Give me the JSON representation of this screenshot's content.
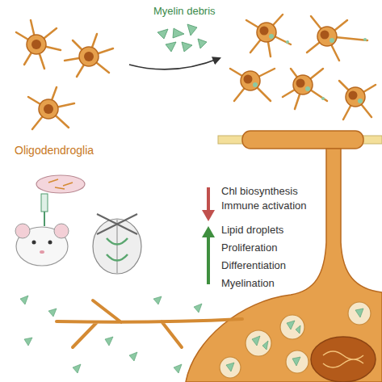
{
  "diagram": {
    "labels": [
      "Myelin debris",
      "Oligodendroglia",
      "Chl biosynthesis",
      "Immune activation",
      "Lipid droplets",
      "Proliferation",
      "Differentiation",
      "Myelination"
    ]
  }
}
